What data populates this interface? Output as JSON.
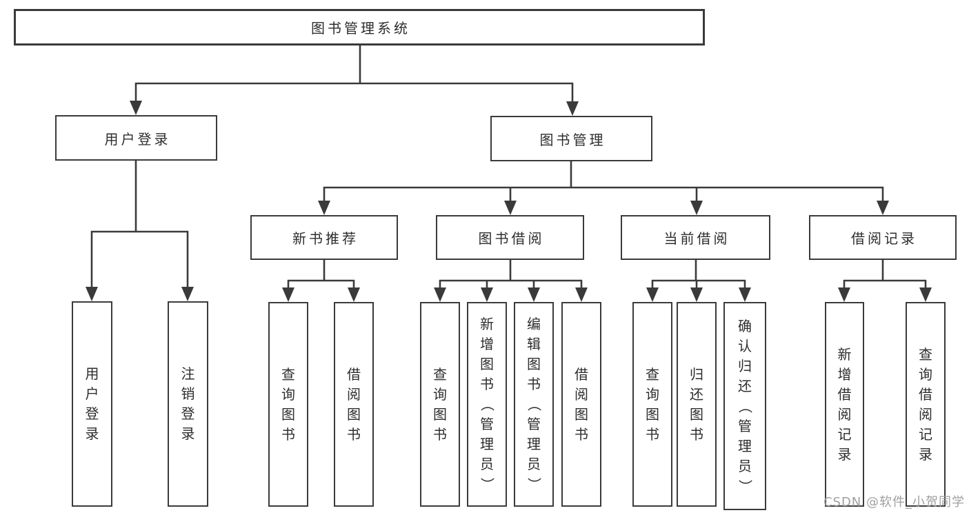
{
  "diagram": {
    "colors": {
      "line": "#3a3a3a",
      "text": "#2d2d2d",
      "background": "#ffffff",
      "watermark_color": "#9f9f9f"
    },
    "tree": {
      "label": "图书管理系统",
      "children": [
        {
          "label": "用户登录",
          "children": [
            {
              "label": "用户登录"
            },
            {
              "label": "注销登录"
            }
          ]
        },
        {
          "label": "图书管理",
          "children": [
            {
              "label": "新书推荐",
              "children": [
                {
                  "label": "查询图书"
                },
                {
                  "label": "借阅图书"
                }
              ]
            },
            {
              "label": "图书借阅",
              "children": [
                {
                  "label": "查询图书"
                },
                {
                  "label": "新增图书（管理员）"
                },
                {
                  "label": "编辑图书（管理员）"
                },
                {
                  "label": "借阅图书"
                }
              ]
            },
            {
              "label": "当前借阅",
              "children": [
                {
                  "label": "查询图书"
                },
                {
                  "label": "归还图书"
                },
                {
                  "label": "确认归还（管理员）"
                }
              ]
            },
            {
              "label": "借阅记录",
              "children": [
                {
                  "label": "新增借阅记录"
                },
                {
                  "label": "查询借阅记录"
                }
              ]
            }
          ]
        }
      ]
    },
    "watermark": {
      "text": "CSDN @软件_小贺同学"
    }
  }
}
